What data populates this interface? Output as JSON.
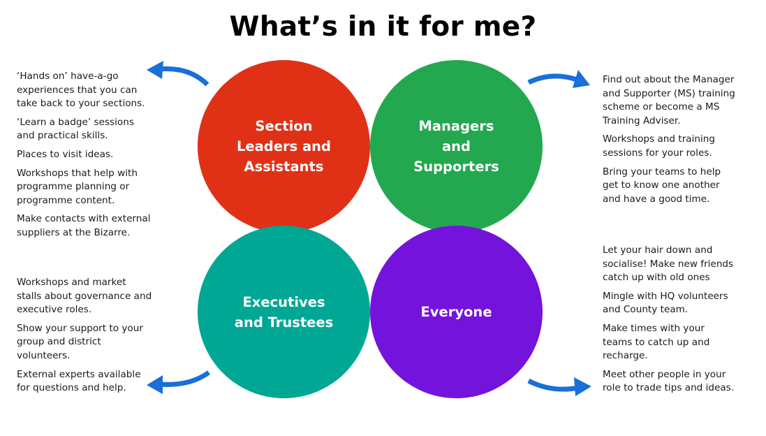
{
  "title": "What’s in it for me?",
  "colors": {
    "section": "#e03116",
    "managers": "#23a84f",
    "executives": "#00a794",
    "everyone": "#7413dc",
    "arrow": "#1a6fd8"
  },
  "circles": {
    "section": [
      "Section",
      "Leaders and",
      "Assistants"
    ],
    "managers": [
      "Managers",
      "and",
      "Supporters"
    ],
    "executives": [
      "Executives",
      "and Trustees"
    ],
    "everyone": [
      "Everyone"
    ]
  },
  "section_points": [
    [
      "‘Hands on’ have-a-go",
      "experiences that you can",
      "take back to your sections."
    ],
    [
      "‘Learn a badge’ sessions",
      "and practical skills."
    ],
    [
      "Places to visit ideas."
    ],
    [
      "Workshops that help with",
      "programme planning or",
      "programme content."
    ],
    [
      "Make contacts with external",
      "suppliers at the Bizarre."
    ]
  ],
  "managers_points": [
    [
      "Find out about the Manager",
      "and Supporter (MS) training",
      "scheme or become a MS",
      "Training Adviser."
    ],
    [
      "Workshops and training",
      "sessions for your roles."
    ],
    [
      "Bring your teams to help",
      "get to know one another",
      "and have a good time."
    ]
  ],
  "executives_points": [
    [
      "Workshops and market",
      "stalls about governance and",
      "executive roles."
    ],
    [
      "Show your support to your",
      "group and district",
      "volunteers."
    ],
    [
      "External experts available",
      "for questions and help."
    ]
  ],
  "everyone_points": [
    [
      "Let your hair down and",
      "socialise! Make new friends",
      "catch up with old ones"
    ],
    [
      "Mingle with HQ volunteers",
      "and County team."
    ],
    [
      "Make times with your",
      "teams to catch up and",
      "recharge."
    ],
    [
      "Meet other people in your",
      "role to trade tips and ideas."
    ]
  ]
}
